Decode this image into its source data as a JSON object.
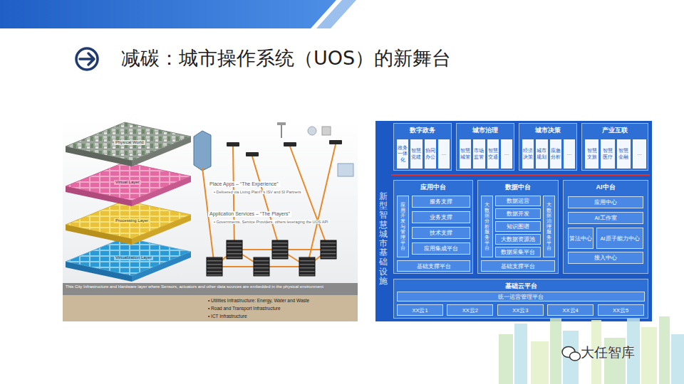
{
  "diagram": {
    "title": "减碳：城市操作系统（UOS）的新舞台",
    "nodes": [
      {
        "text": [
          "新型智慧城市基础设施"
        ]
      },
      {
        "text": [
          "数字政务"
        ],
        "in": 0
      },
      {
        "text": [
          "政务一体化"
        ],
        "in": 1
      },
      {
        "text": [
          "智慧党建"
        ],
        "in": 1
      },
      {
        "text": [
          "协同办公"
        ],
        "in": 1
      },
      {
        "text": [
          "…"
        ],
        "in": 1
      },
      {
        "text": [
          "城市治理"
        ],
        "in": 0
      },
      {
        "text": [
          "智慧城管"
        ],
        "in": 6
      },
      {
        "text": [
          "市场监管"
        ],
        "in": 6
      },
      {
        "text": [
          "智慧交通"
        ],
        "in": 6
      },
      {
        "text": [
          "…"
        ],
        "in": 6
      },
      {
        "text": [
          "城市决策"
        ],
        "in": 0
      },
      {
        "text": [
          "经济决策"
        ],
        "in": 11
      },
      {
        "text": [
          "城市规划"
        ],
        "in": 11
      },
      {
        "text": [
          "应急分析"
        ],
        "in": 11
      },
      {
        "text": [
          "…"
        ],
        "in": 11
      },
      {
        "text": [
          "产业互联"
        ],
        "in": 0
      },
      {
        "text": [
          "智慧文旅"
        ],
        "in": 16
      },
      {
        "text": [
          "智慧医疗"
        ],
        "in": 16
      },
      {
        "text": [
          "智慧金融"
        ],
        "in": 16
      },
      {
        "text": [
          "…"
        ],
        "in": 16
      },
      {
        "text": [
          "应用中台"
        ],
        "in": 0
      },
      {
        "text": [
          "应用开发与管理平台"
        ],
        "in": 21
      },
      {
        "text": [
          "服务支撑"
        ],
        "in": 21
      },
      {
        "text": [
          "业务支撑"
        ],
        "in": 21
      },
      {
        "text": [
          "技术支撑"
        ],
        "in": 21
      },
      {
        "text": [
          "应用集成平台"
        ],
        "in": 21
      },
      {
        "text": [
          "基础支撑平台"
        ],
        "in": 21
      },
      {
        "text": [
          "数据中台"
        ],
        "in": 0
      },
      {
        "text": [
          "大数据分析服务平台"
        ],
        "in": 28
      },
      {
        "text": [
          "数据运营"
        ],
        "in": 28
      },
      {
        "text": [
          "数据开发"
        ],
        "in": 28
      },
      {
        "text": [
          "知识图谱"
        ],
        "in": 28
      },
      {
        "text": [
          "大数据资源池"
        ],
        "in": 28
      },
      {
        "text": [
          "数据采集平台"
        ],
        "in": 28
      },
      {
        "text": [
          "大数据治理服务平台"
        ],
        "in": 28
      },
      {
        "text": [
          "基础支撑平台"
        ],
        "in": 28
      },
      {
        "text": [
          "AI中台"
        ],
        "in": 0
      },
      {
        "text": [
          "应用中心"
        ],
        "in": 37
      },
      {
        "text": [
          "AI工作室"
        ],
        "in": 37
      },
      {
        "text": [
          "算法中心"
        ],
        "in": 37
      },
      {
        "text": [
          "AI原子能力中心"
        ],
        "in": 37
      },
      {
        "text": [
          "接入中心"
        ],
        "in": 37
      },
      {
        "text": [
          "基础云平台"
        ],
        "in": 0
      },
      {
        "text": [
          "统一运营管理平台"
        ],
        "in": 43
      },
      {
        "text": [
          "XX云1"
        ],
        "in": 43
      },
      {
        "text": [
          "XX云2"
        ],
        "in": 43
      },
      {
        "text": [
          "XX云3"
        ],
        "in": 43
      },
      {
        "text": [
          "XX云4"
        ],
        "in": 43
      },
      {
        "text": [
          "XX云5"
        ],
        "in": 43
      }
    ],
    "labels": [
      "Physical World",
      "Virtual Layer",
      "Processing Layer",
      "Virtualization Layer",
      "Place Apps – “The Experience”",
      "• Delivered via Living PlanIT's ISV and SI Partners",
      "Application Services – “The Players”",
      "• Governments, Service Providers, others leveraging the UOS API",
      "This City Infrastructure and Hardware layer where Sensors, actuators and other data sources are embedded in the physical environment",
      "• Utilities Infrastructure: Energy, Water and Waste",
      "• Road and Transport Infrastructure",
      "• ICT Infrastructure",
      "大任智库"
    ]
  }
}
